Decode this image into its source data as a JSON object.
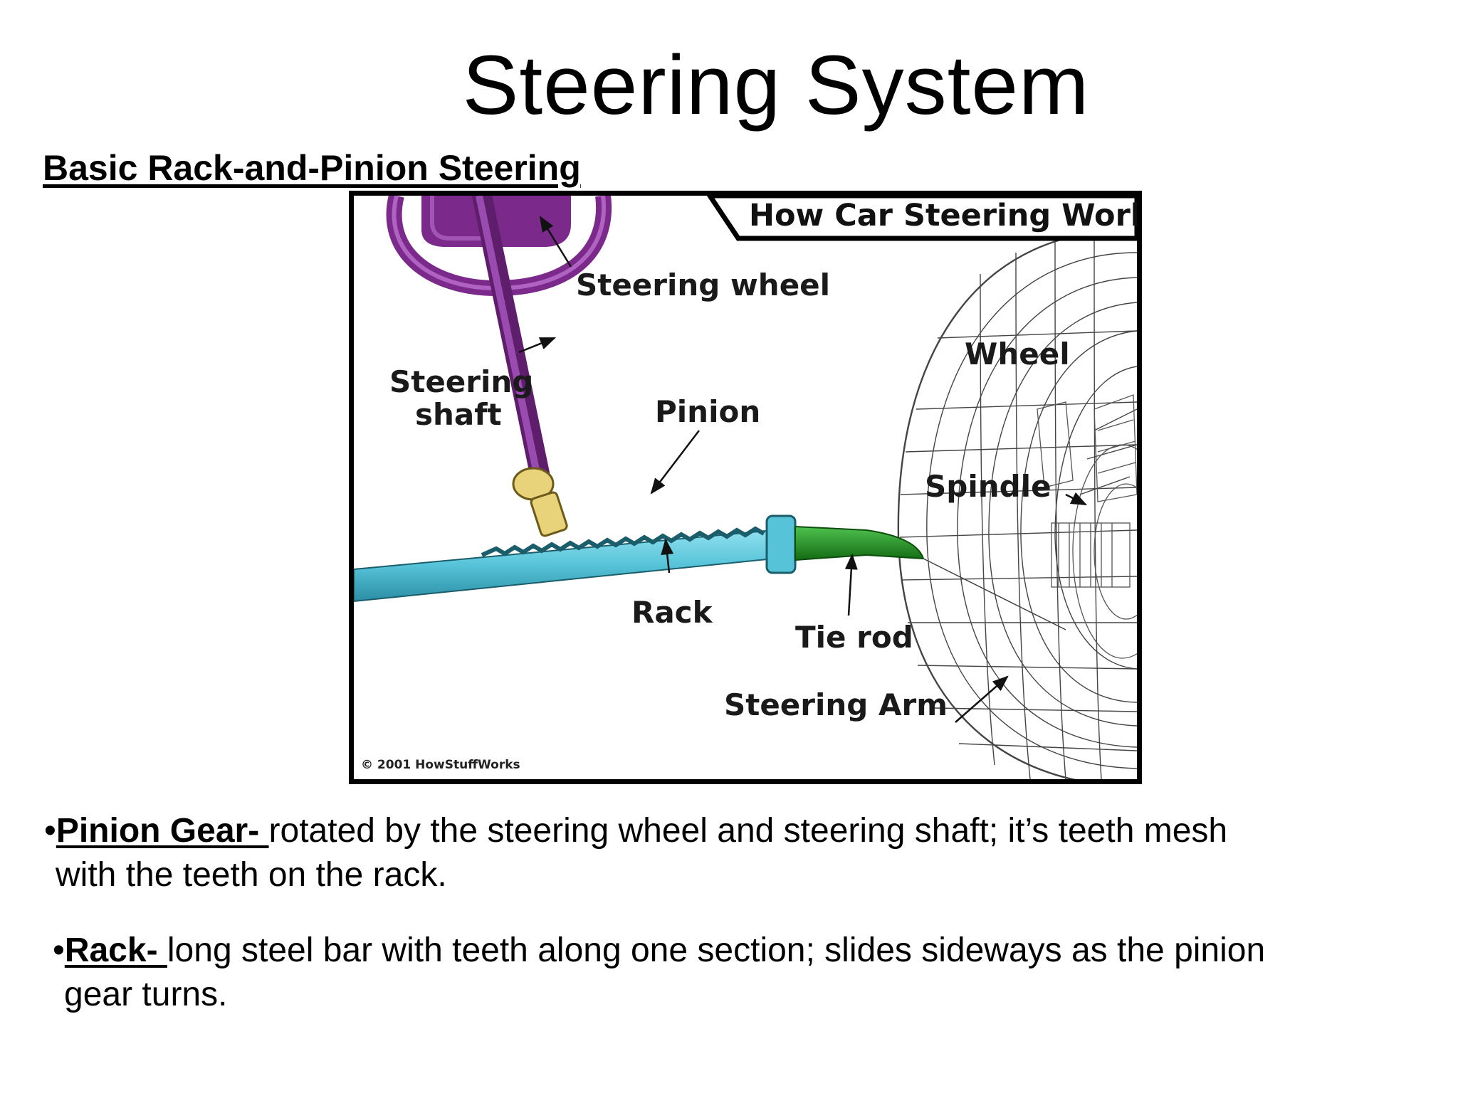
{
  "title": "Steering System",
  "subtitle": "Basic Rack-and-Pinion Steering",
  "figure": {
    "banner": "How Car Steering Works",
    "copyright": "© 2001 HowStuffWorks",
    "labels": {
      "steering_wheel": "Steering wheel",
      "steering_shaft_line1": "Steering",
      "steering_shaft_line2": "shaft",
      "pinion": "Pinion",
      "wheel": "Wheel",
      "spindle": "Spindle",
      "rack": "Rack",
      "tie_rod": "Tie rod",
      "steering_arm": "Steering Arm"
    },
    "colors": {
      "steering_wheel": "#7b2a8c",
      "rack": "#56c3d8",
      "tie_rod": "#1f8f1f",
      "pinion": "#e8d27a"
    }
  },
  "bullets": [
    {
      "marker": "•",
      "term": "Pinion Gear- ",
      "text_line1": "rotated by the steering wheel and steering shaft; it’s teeth mesh",
      "text_line2": "with the teeth on the rack."
    },
    {
      "marker": "•",
      "term": "Rack- ",
      "text_line1": "long steel bar with teeth along one section; slides sideways as the pinion",
      "text_line2": "gear turns."
    }
  ]
}
